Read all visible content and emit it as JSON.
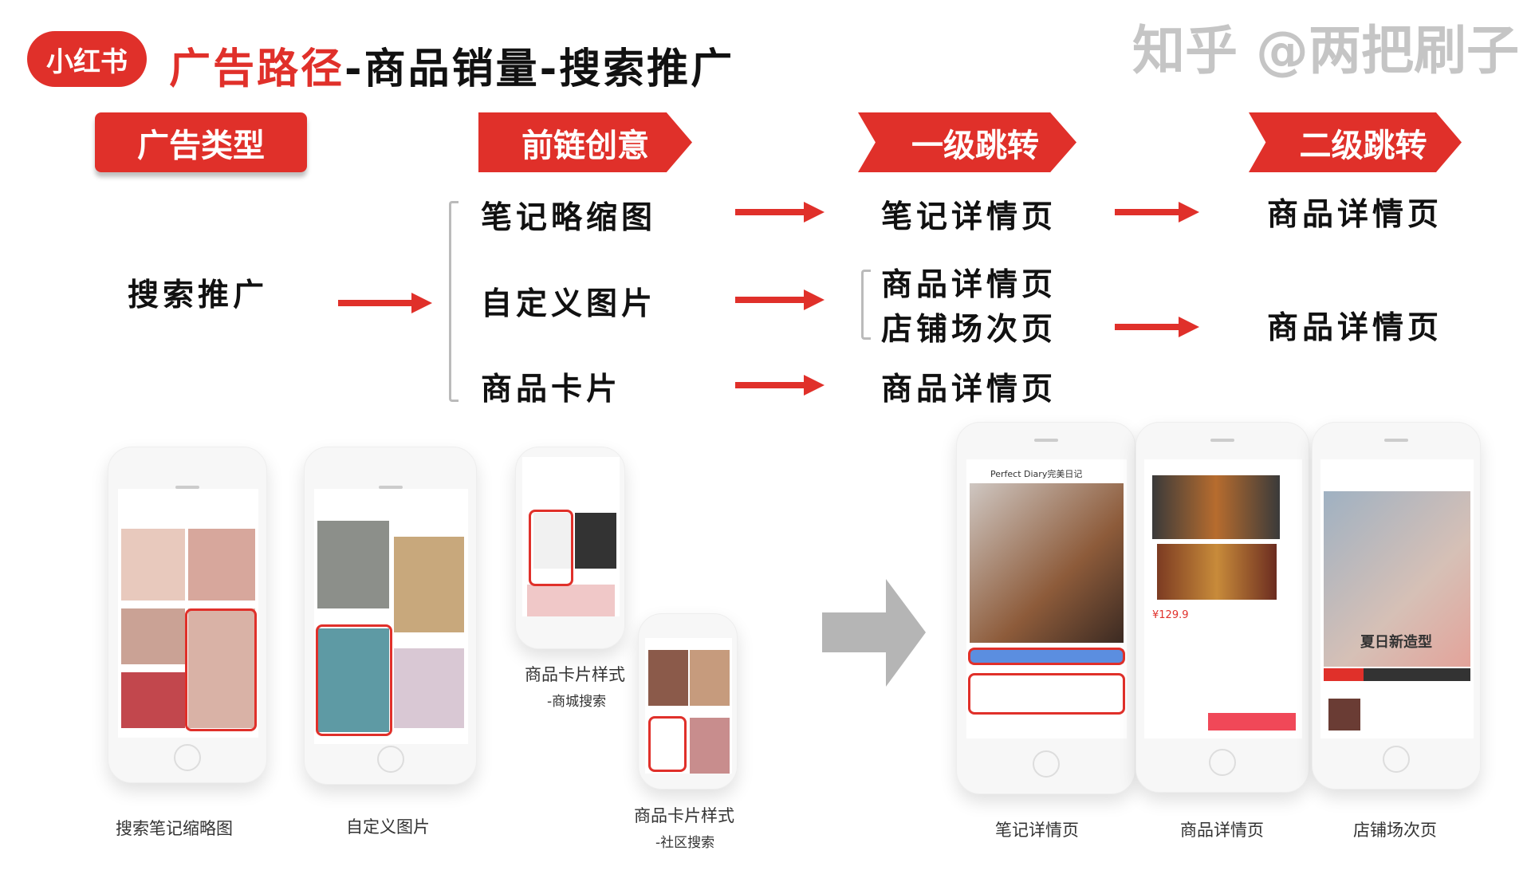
{
  "logo": {
    "text": "小红书"
  },
  "title": {
    "part_red": "广告路径",
    "part_dark": "-商品销量-搜索推广"
  },
  "headers": [
    "广告类型",
    "前链创意",
    "一级跳转",
    "二级跳转"
  ],
  "ad_type": "搜索推广",
  "creatives": [
    "笔记略缩图",
    "自定义图片",
    "商品卡片"
  ],
  "first_jump": [
    "笔记详情页",
    "商品详情页",
    "店铺场次页",
    "商品详情页"
  ],
  "second_jump": [
    "商品详情页",
    "商品详情页"
  ],
  "colors": {
    "accent": "#e0302a",
    "arrow_gray": "#b5b5b5"
  },
  "phone_labels": {
    "search_note": "搜索笔记缩略图",
    "custom_image": "自定义图片",
    "mall_card": "商品卡片样式",
    "mall_card_sub": "-商城搜索",
    "community_card": "商品卡片样式",
    "community_card_sub": "-社区搜索",
    "note_detail": "笔记详情页",
    "product_detail": "商品详情页",
    "store_page": "店铺场次页"
  },
  "phone_texts": {
    "note_brand": "Perfect Diary完美日记",
    "price": "¥129.9",
    "store_banner": "夏日新造型"
  },
  "watermark": "知乎 @两把刷子"
}
